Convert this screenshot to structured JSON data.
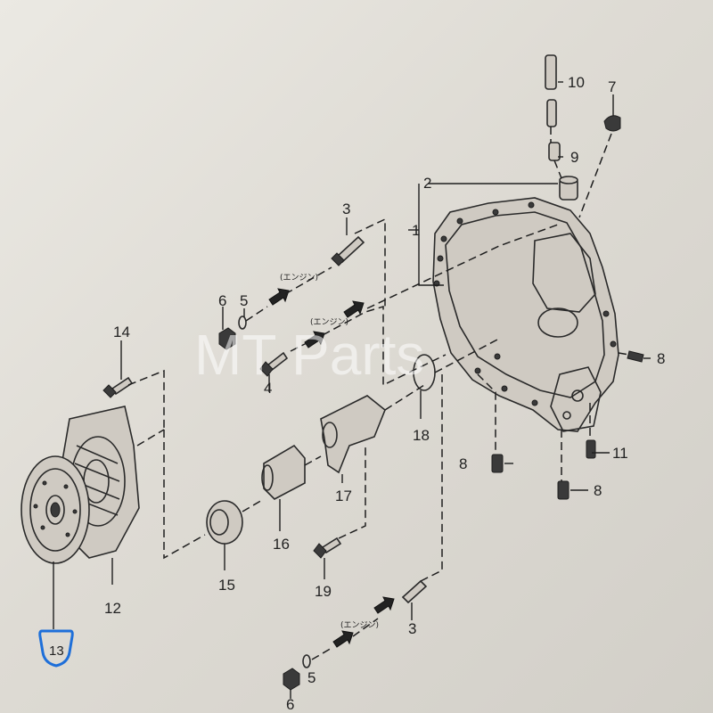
{
  "watermark": {
    "text": "MT Parts"
  },
  "engine_label": "(エンジン)",
  "callouts": {
    "p1": "1",
    "p2": "2",
    "p3a": "3",
    "p3b": "3",
    "p4": "4",
    "p5a": "5",
    "p5b": "5",
    "p6a": "6",
    "p6b": "6",
    "p7": "7",
    "p8a": "8",
    "p8b": "8",
    "p8c": "8",
    "p9": "9",
    "p10": "10",
    "p11": "11",
    "p12": "12",
    "p13": "13",
    "p14": "14",
    "p15": "15",
    "p16": "16",
    "p17": "17",
    "p18": "18",
    "p19": "19"
  },
  "highlight": {
    "part": "13",
    "color": "#1e6fd9"
  },
  "colors": {
    "paper": "#ebe9e3",
    "ink": "#222222"
  }
}
